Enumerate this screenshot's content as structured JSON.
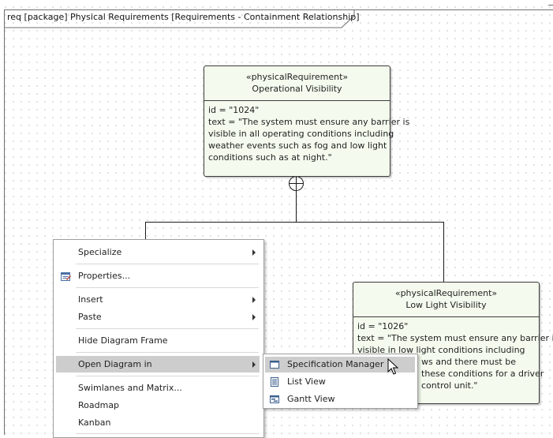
{
  "frame": {
    "label": "req [package] Physical Requirements [Requirements - Containment Relationship]"
  },
  "requirements": [
    {
      "stereotype": "«physicalRequirement»",
      "name": "Operational Visibility",
      "lines": [
        "id = \"1024\"",
        "text = \"The system must ensure any barrier is",
        "visible in all operating conditions including",
        "weather events such as fog and low light",
        "conditions such as at night.\""
      ]
    },
    {
      "stereotype": "«physicalRequirement»",
      "name": "Low Light Visibility",
      "lines": [
        "id = \"1026\"",
        "text = \"The system must ensure any barrier is",
        "visible in low light conditions including",
        "ws and there must be",
        "these conditions for a driver",
        "control unit.\""
      ]
    }
  ],
  "context_menu": {
    "items": [
      {
        "label": "Specialize",
        "submenu": true
      },
      {
        "label": "Properties...",
        "icon": "properties-icon"
      },
      {
        "label": "Insert",
        "submenu": true
      },
      {
        "label": "Paste",
        "submenu": true
      },
      {
        "label": "Hide Diagram Frame"
      },
      {
        "label": "Open Diagram in",
        "submenu": true,
        "highlighted": true
      },
      {
        "label": "Swimlanes and Matrix..."
      },
      {
        "label": "Roadmap"
      },
      {
        "label": "Kanban"
      }
    ]
  },
  "submenu": {
    "items": [
      {
        "label": "Specification Manager",
        "icon": "specification-manager-icon",
        "highlighted": true
      },
      {
        "label": "List View",
        "icon": "list-view-icon"
      },
      {
        "label": "Gantt View",
        "icon": "gantt-view-icon"
      }
    ]
  }
}
